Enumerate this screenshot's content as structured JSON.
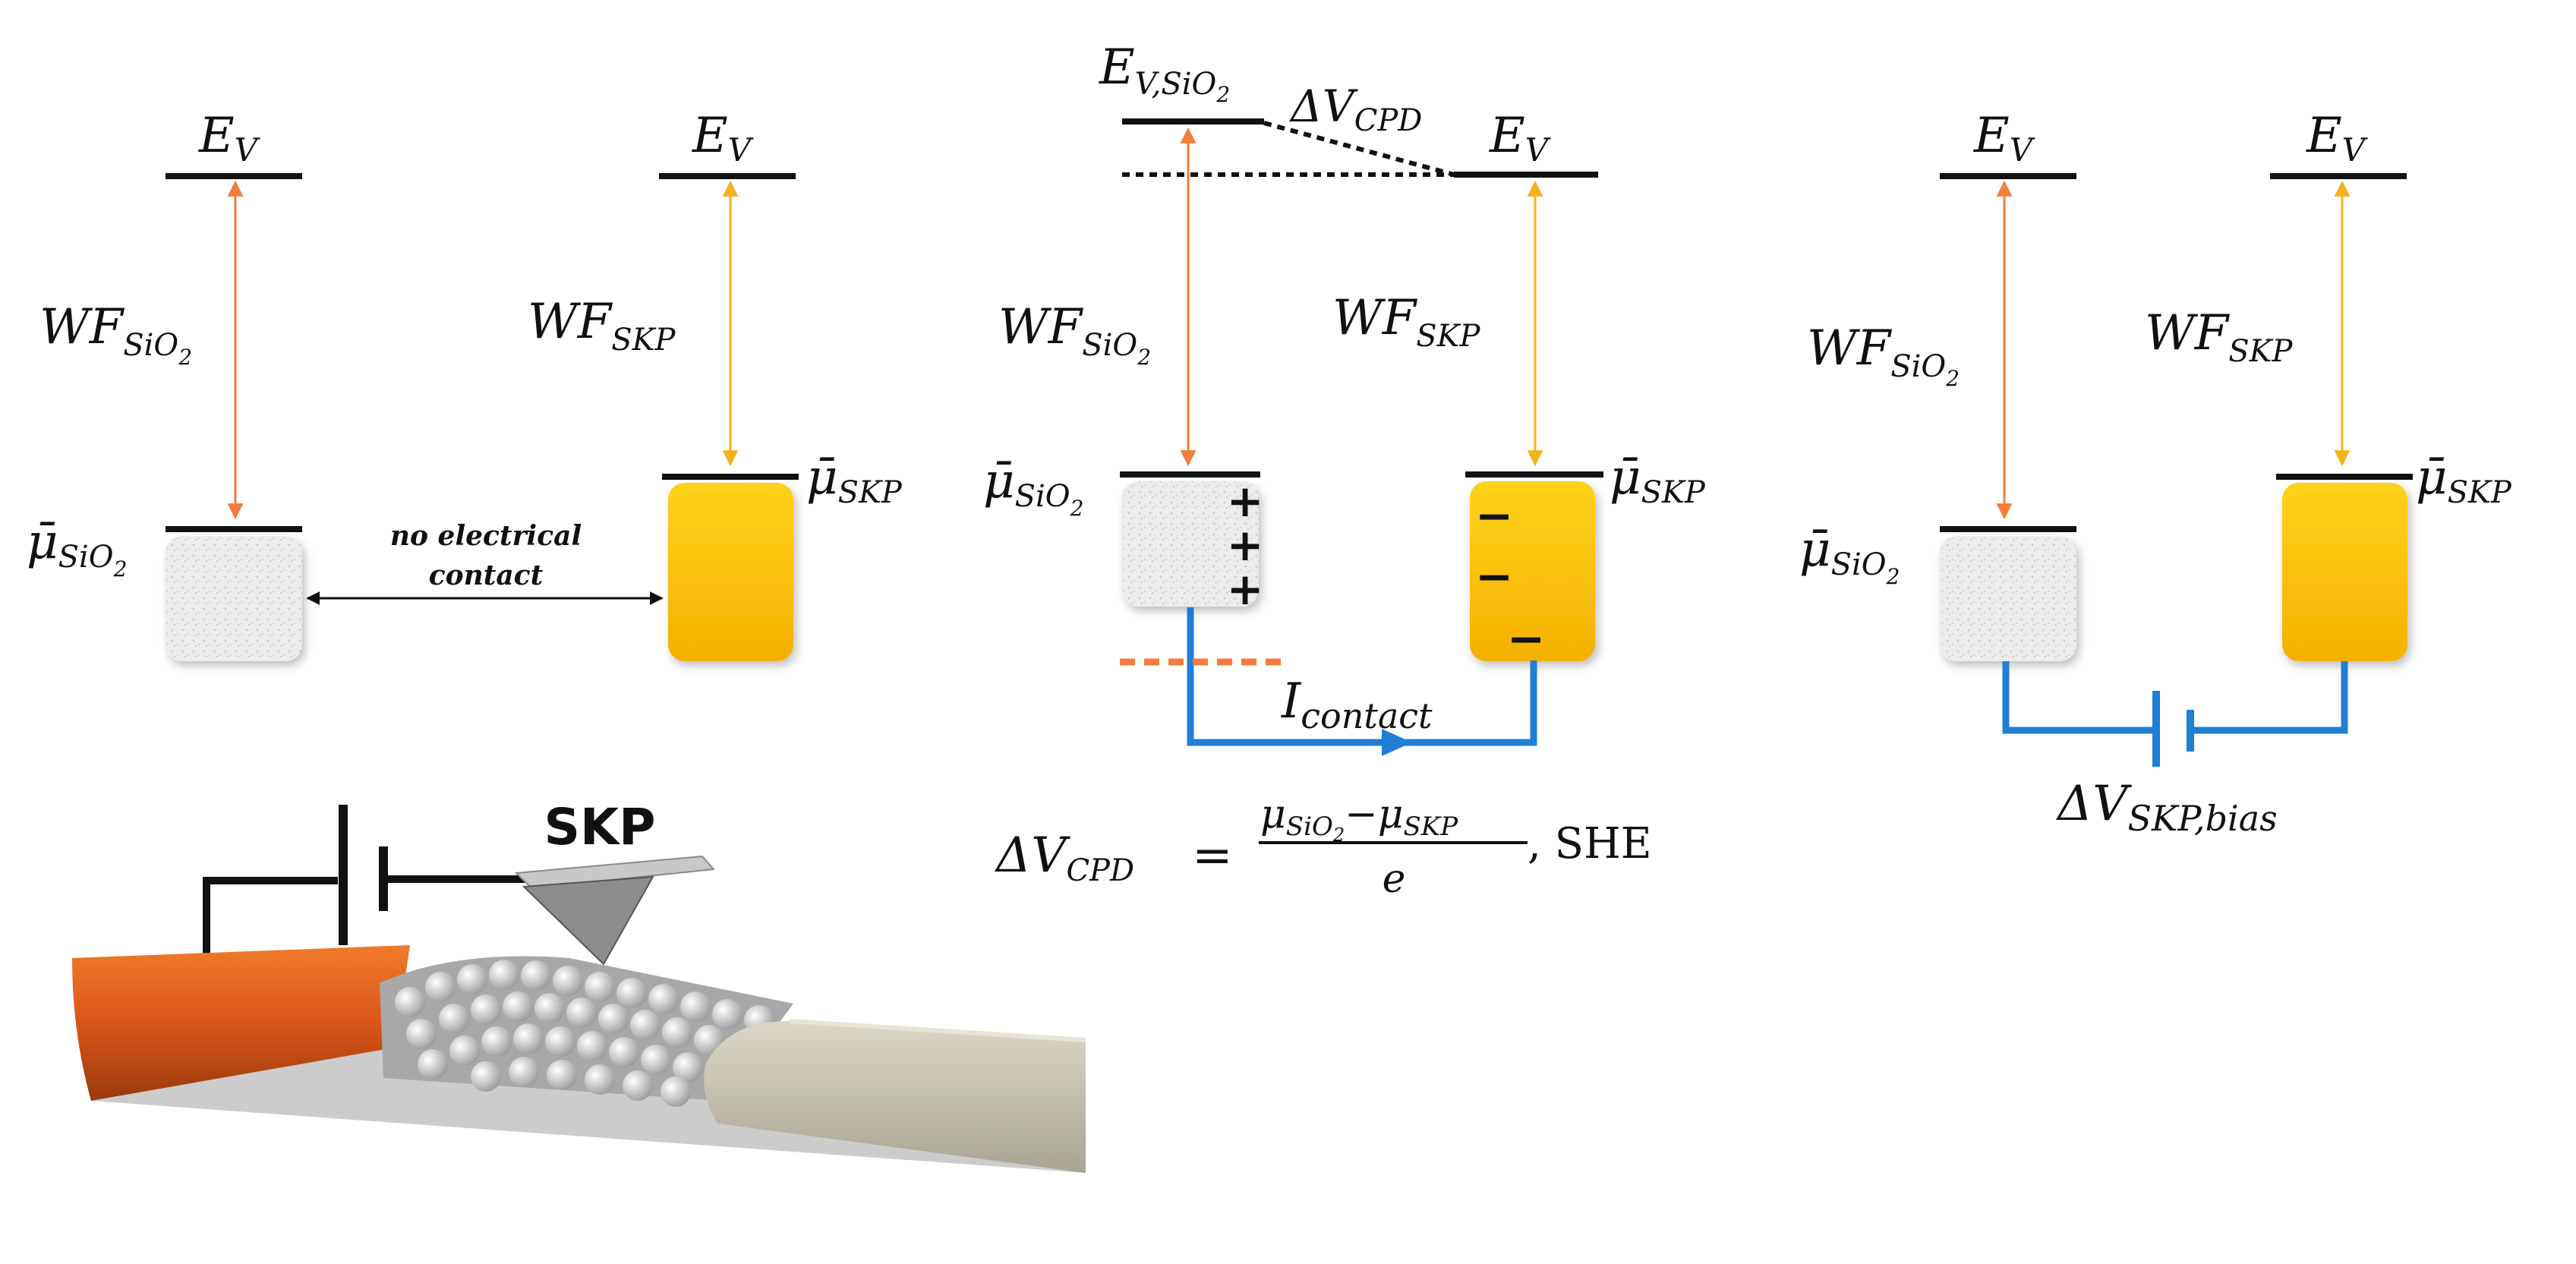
{
  "labels": {
    "ev": "E",
    "ev_sub": "V",
    "ev_sio2_sub": "V,SiO",
    "two": "2",
    "wf": "WF",
    "sio": "SiO",
    "skp_sub": "SKP",
    "mu": "μ̄",
    "delta_v": "ΔV",
    "cpd_sub": "CPD",
    "i": "I",
    "contact_sub": "contact",
    "skp_bias_sub": "SKP,bias",
    "no_contact_line1": "no electrical",
    "no_contact_line2": "contact",
    "equals": "=",
    "formula_num_mu": "μ",
    "formula_num_sub": "SiO",
    "formula_num_mid": "−μ",
    "formula_num_skp": "SKP",
    "formula_den": "e",
    "formula_tail": ", SHE",
    "plus": "+",
    "minus": "−",
    "probe_label": "SKP"
  },
  "colors": {
    "sio2_fill": "#e4e4e4",
    "gold_top": "#ffd21a",
    "gold_bottom": "#f5b400",
    "orange_arrow": "#f47c3c",
    "yellow_arrow": "#f4b31c",
    "circuit_blue": "#1f7fd4",
    "dash_orange": "#f47c3c",
    "wire_orange": "#e2601a",
    "insulation": "#cbc6b4"
  }
}
